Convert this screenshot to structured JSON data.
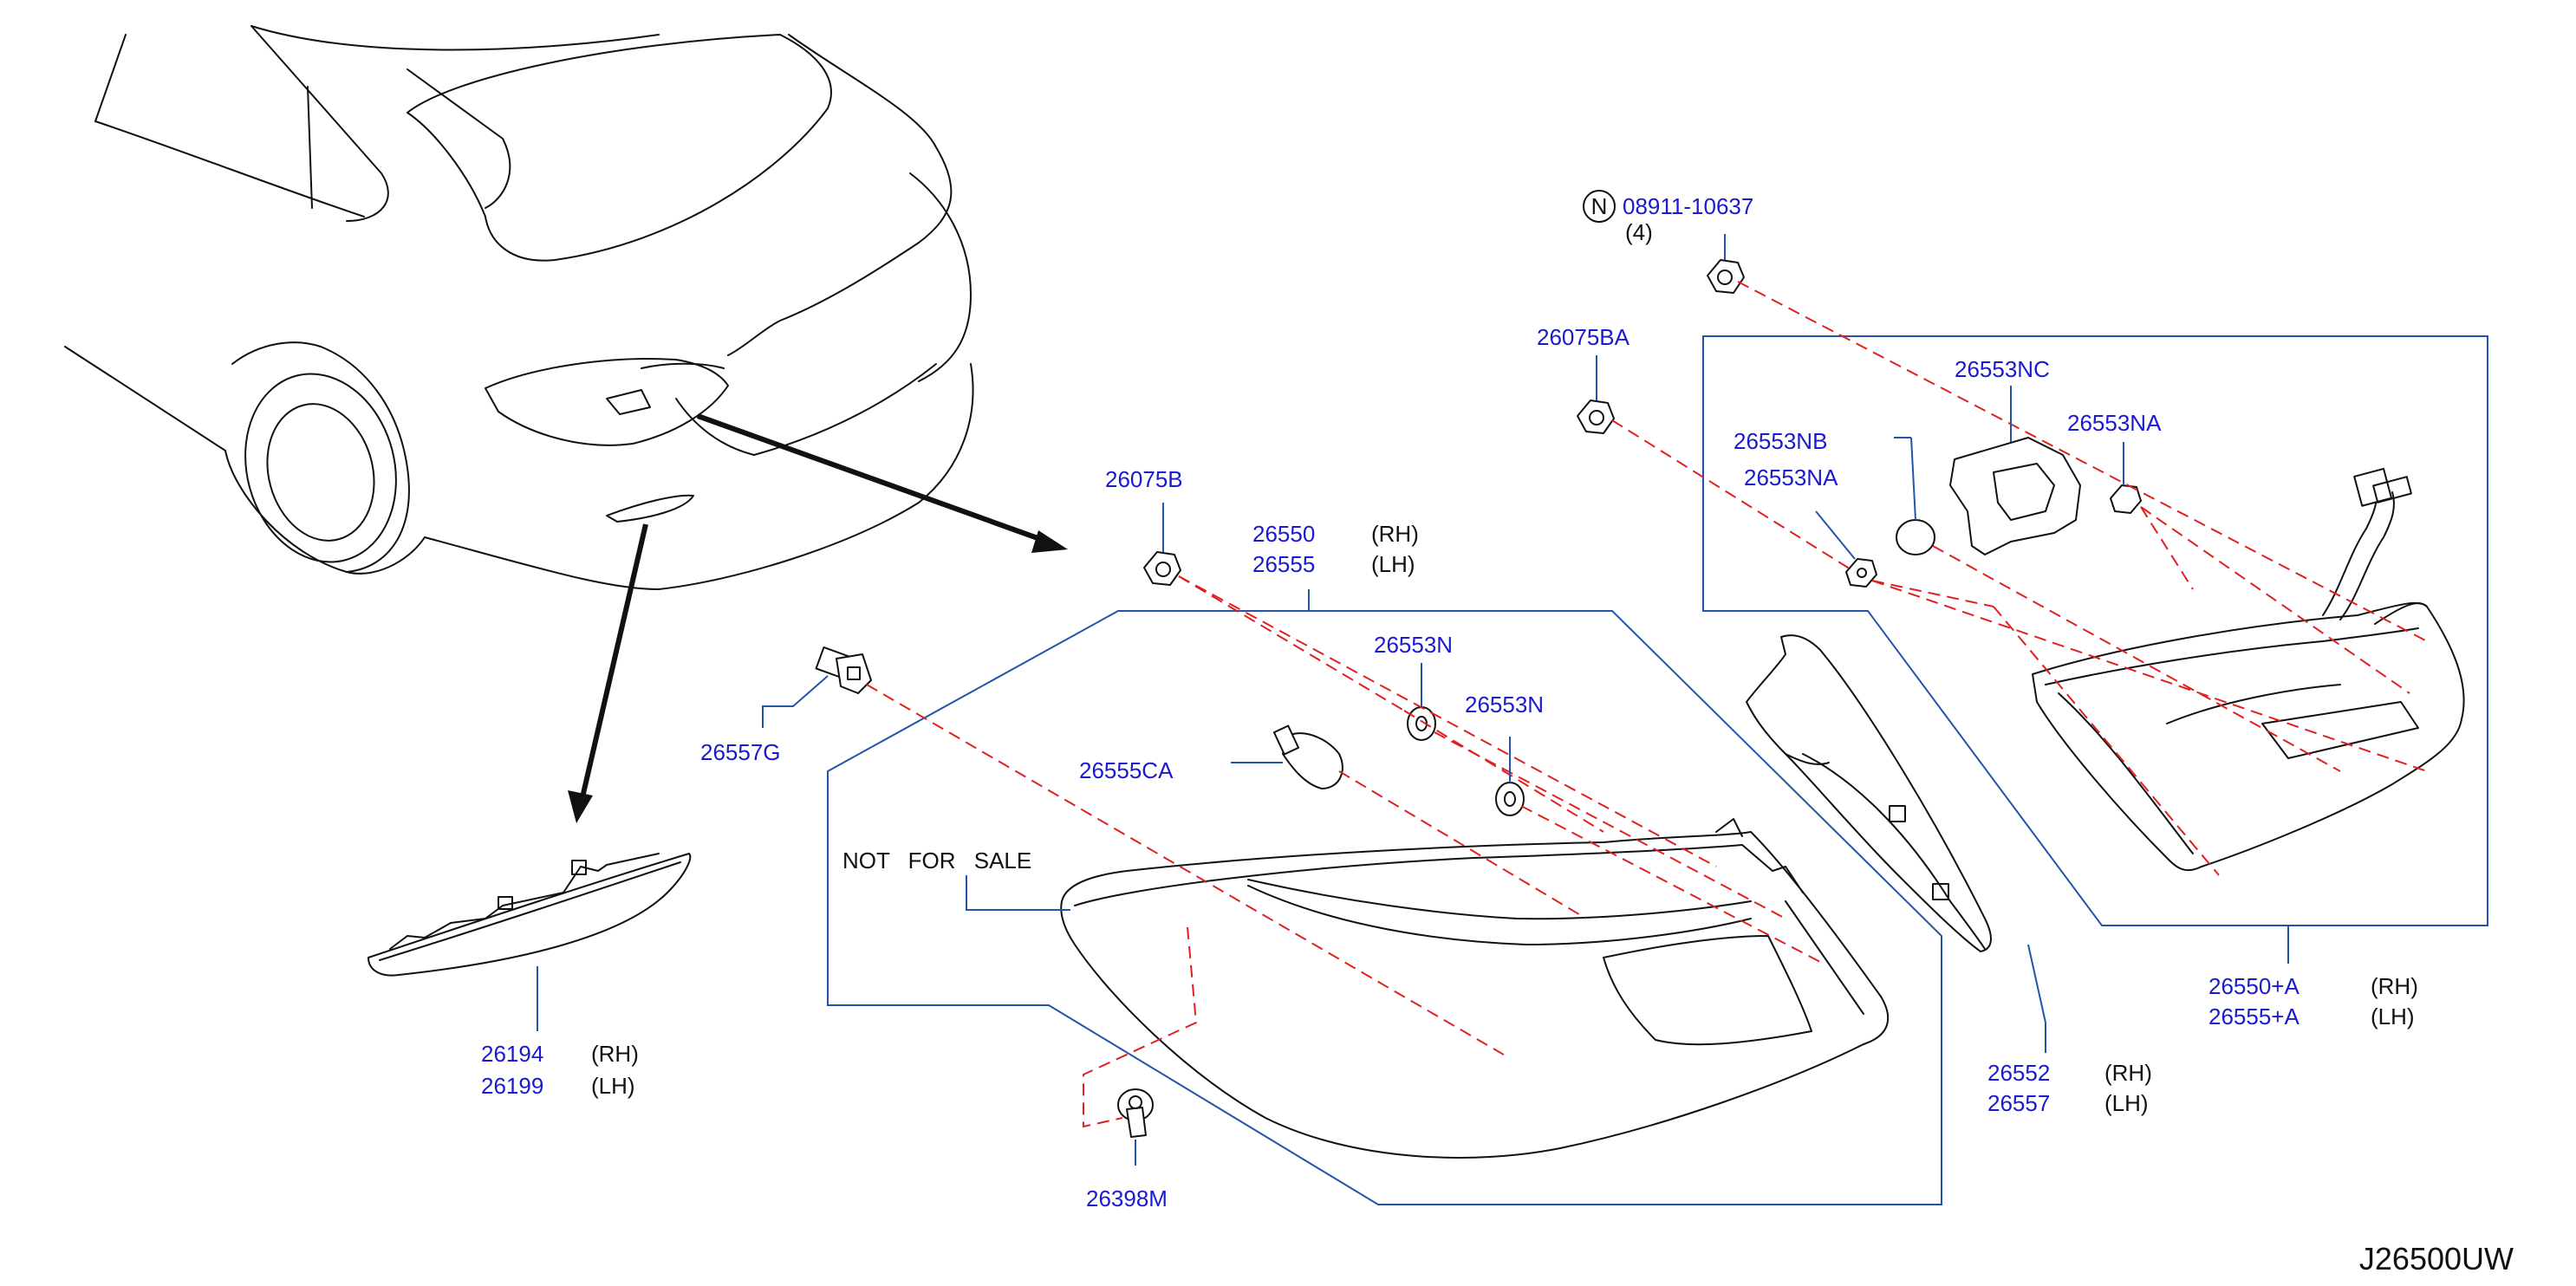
{
  "diagram_code": "J26500UW",
  "callouts": {
    "nut_circle_letter": "N",
    "nut_08911": "08911-10637",
    "nut_08911_qty": "(4)",
    "p26075BA": "26075BA",
    "p26553NC": "26553NC",
    "p26553NA_right": "26553NA",
    "p26553NB": "26553NB",
    "p26553NA_left": "26553NA",
    "p26075B": "26075B",
    "p26550": "26550",
    "p26550_side": "(RH)",
    "p26555": "26555",
    "p26555_side": "(LH)",
    "p26553N_1": "26553N",
    "p26553N_2": "26553N",
    "p26557G": "26557G",
    "p26555CA": "26555CA",
    "not_for_sale": "NOT FOR SALE",
    "p26398M": "26398M",
    "p26194": "26194",
    "p26194_side": "(RH)",
    "p26199": "26199",
    "p26199_side": "(LH)",
    "p26552": "26552",
    "p26552_side": "(RH)",
    "p26557": "26557",
    "p26557_side": "(LH)",
    "p26550A": "26550+A",
    "p26550A_side": "(RH)",
    "p26555A": "26555+A",
    "p26555A_side": "(LH)"
  },
  "colors": {
    "part_number": "#1a1ad0",
    "leader_line": "#2255aa",
    "dashed_line": "#e02020",
    "outline": "#111111"
  }
}
